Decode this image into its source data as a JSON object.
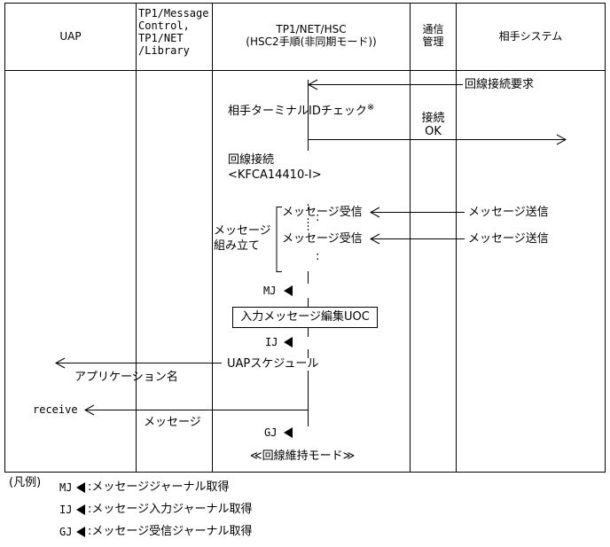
{
  "headers": {
    "uap": "UAP",
    "tp1": [
      "TP1/Message",
      "Control,",
      "TP1/NET",
      "/Library"
    ],
    "hsc": [
      "TP1/NET/HSC",
      "(HSC2手順(非同期モード))"
    ],
    "comm": [
      "通信",
      "管理"
    ],
    "remote": "相手システム"
  },
  "flow": {
    "connect_request": "回線接続要求",
    "terminal_check": "相手ターミナルIDチェック",
    "terminal_check_note": "※",
    "connect_ok": [
      "接続",
      "OK"
    ],
    "connect": "回線接続",
    "connect_msg": "<KFCA14410-I>",
    "assemble": [
      "メッセージ",
      "組み立て"
    ],
    "recv1": "メッセージ受信",
    "recv2": "メッセージ受信",
    "send1": "メッセージ送信",
    "send2": "メッセージ送信",
    "dots1": ":",
    "dots2": ":",
    "mj": "MJ",
    "edit_uoc": "入力メッセージ編集UOC",
    "ij": "IJ",
    "uap_schedule": "UAPスケジュール",
    "app_name": "アプリケーション名",
    "receive": "receive",
    "message": "メッセージ",
    "gj": "GJ",
    "hold_mode": "≪回線維持モード≫"
  },
  "legend": {
    "title": "(凡例)",
    "items": [
      {
        "code": "MJ",
        "text": ":メッセージジャーナル取得"
      },
      {
        "code": "IJ",
        "text": ":メッセージ入力ジャーナル取得"
      },
      {
        "code": "GJ",
        "text": ":メッセージ受信ジャーナル取得"
      }
    ]
  }
}
